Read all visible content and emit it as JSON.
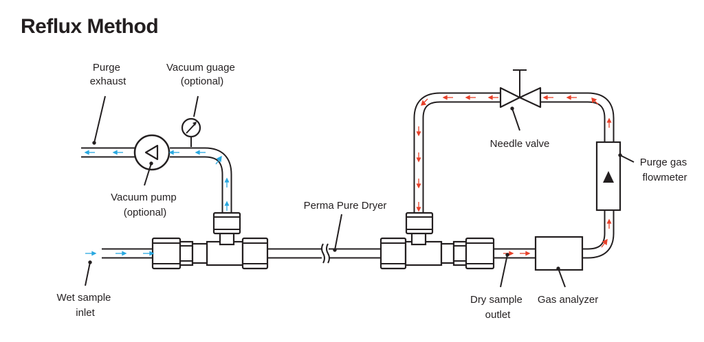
{
  "title": "Reflux Method",
  "labels": {
    "purge_exhaust": [
      "Purge",
      "exhaust"
    ],
    "vacuum_gauge": [
      "Vacuum guage",
      "(optional)"
    ],
    "vacuum_pump": [
      "Vacuum pump",
      "(optional)"
    ],
    "wet_sample_inlet": [
      "Wet sample",
      "inlet"
    ],
    "perma_pure_dryer": "Perma Pure Dryer",
    "needle_valve": "Needle valve",
    "purge_gas_flowmeter": [
      "Purge gas",
      "flowmeter"
    ],
    "dry_sample_outlet": [
      "Dry sample",
      "outlet"
    ],
    "gas_analyzer": "Gas analyzer"
  },
  "colors": {
    "line": "#231f20",
    "wet_flow_arrow": "#29a8e0",
    "dry_flow_arrow": "#e8412a",
    "background": "#ffffff"
  }
}
